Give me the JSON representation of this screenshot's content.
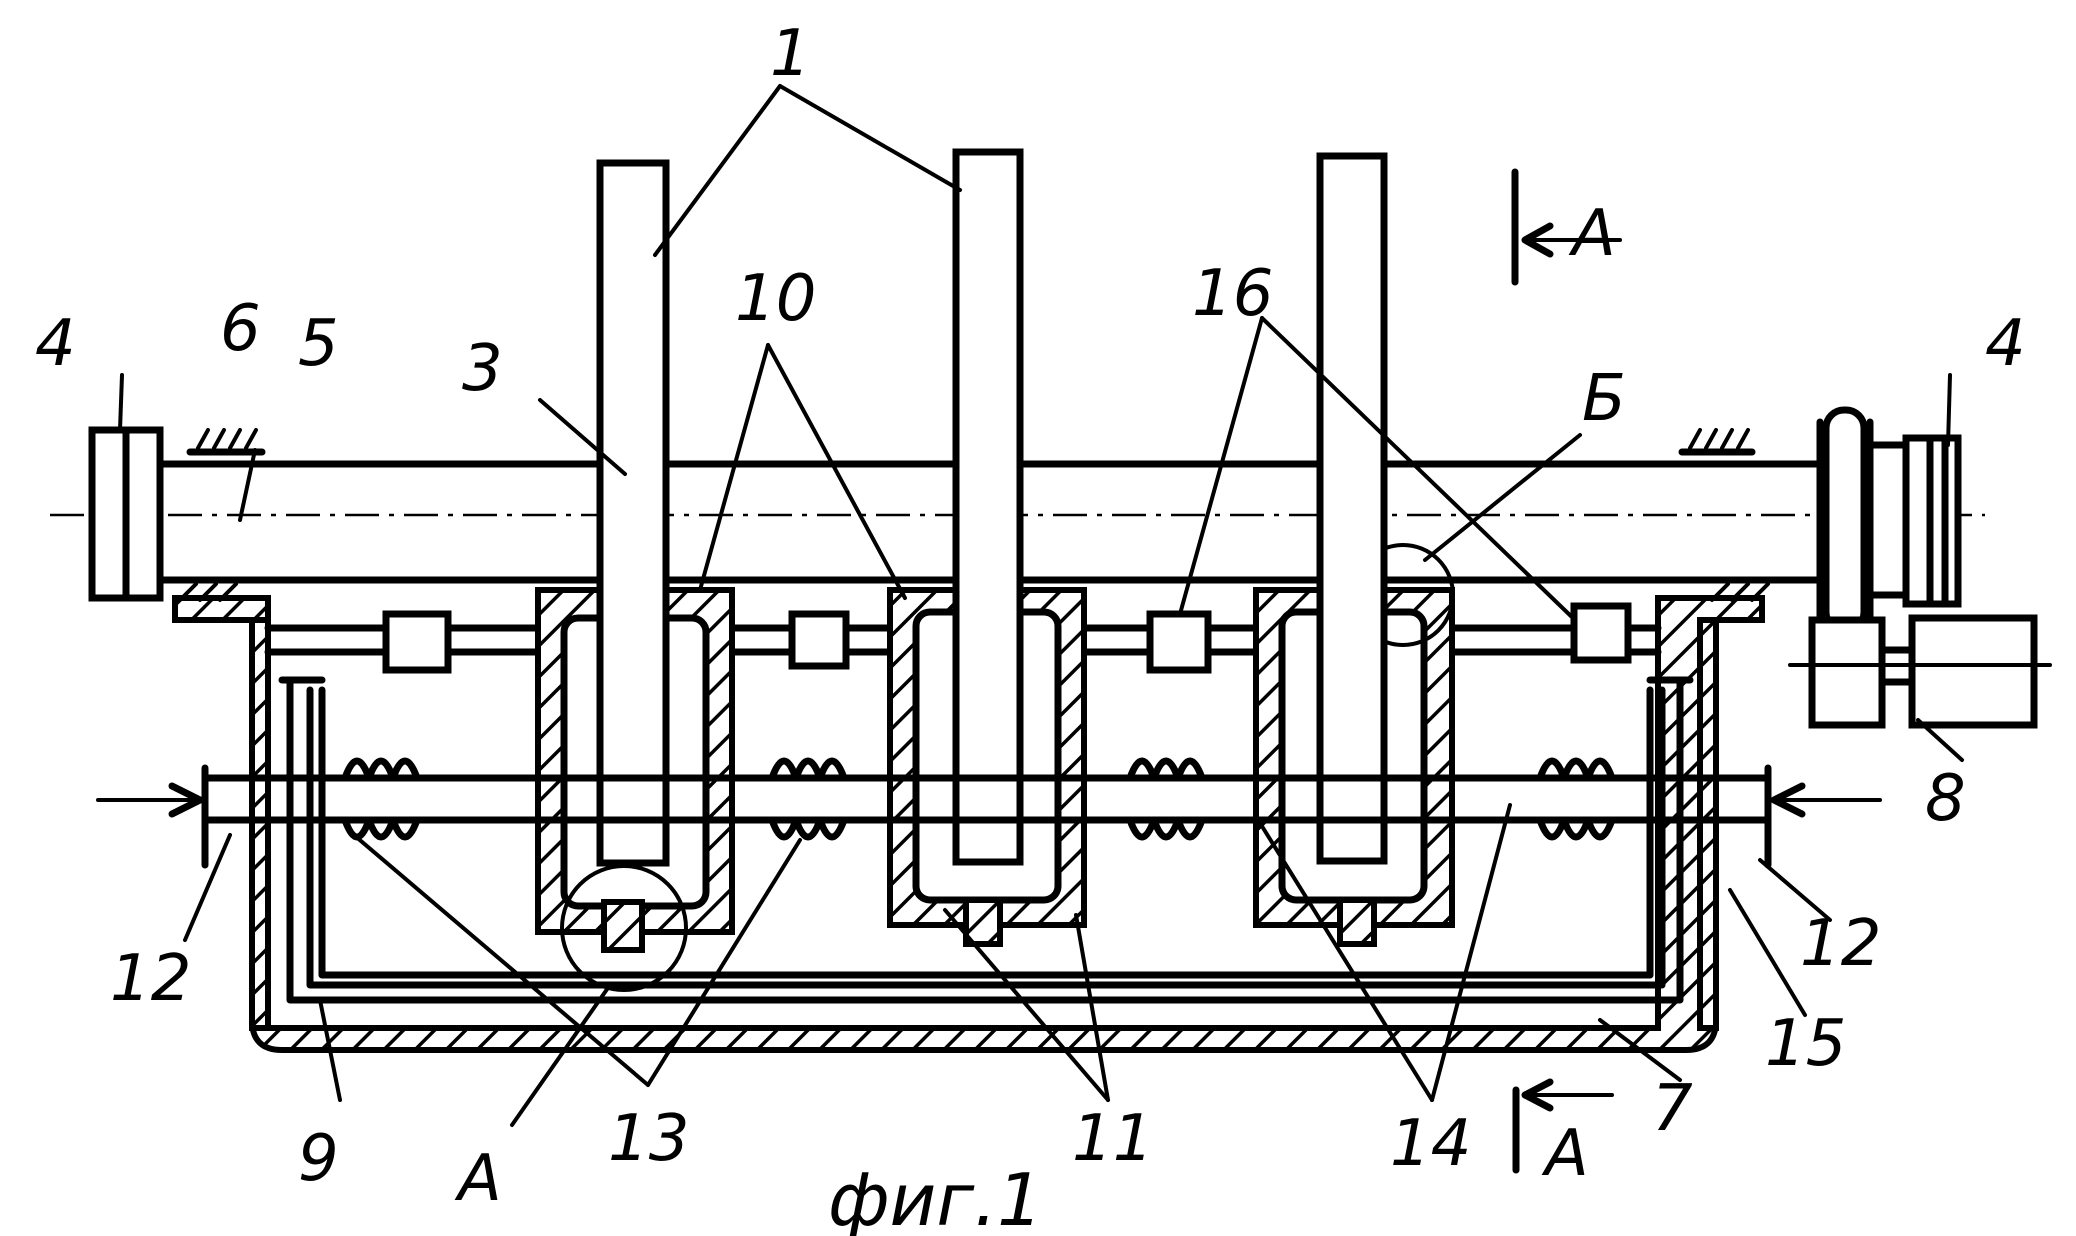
{
  "figure": {
    "caption": "фиг.1",
    "labels": {
      "l1": "1",
      "l3": "3",
      "l4_left": "4",
      "l4_right": "4",
      "l5": "5",
      "l6": "6",
      "l7": "7",
      "l8": "8",
      "l9": "9",
      "l10": "10",
      "l11": "11",
      "l12_left": "12",
      "l12_right": "12",
      "l13": "13",
      "l14": "14",
      "l15": "15",
      "l16": "16",
      "section_top": "А",
      "section_bottom": "А",
      "detail_a": "А",
      "detail_b": "Б"
    }
  }
}
